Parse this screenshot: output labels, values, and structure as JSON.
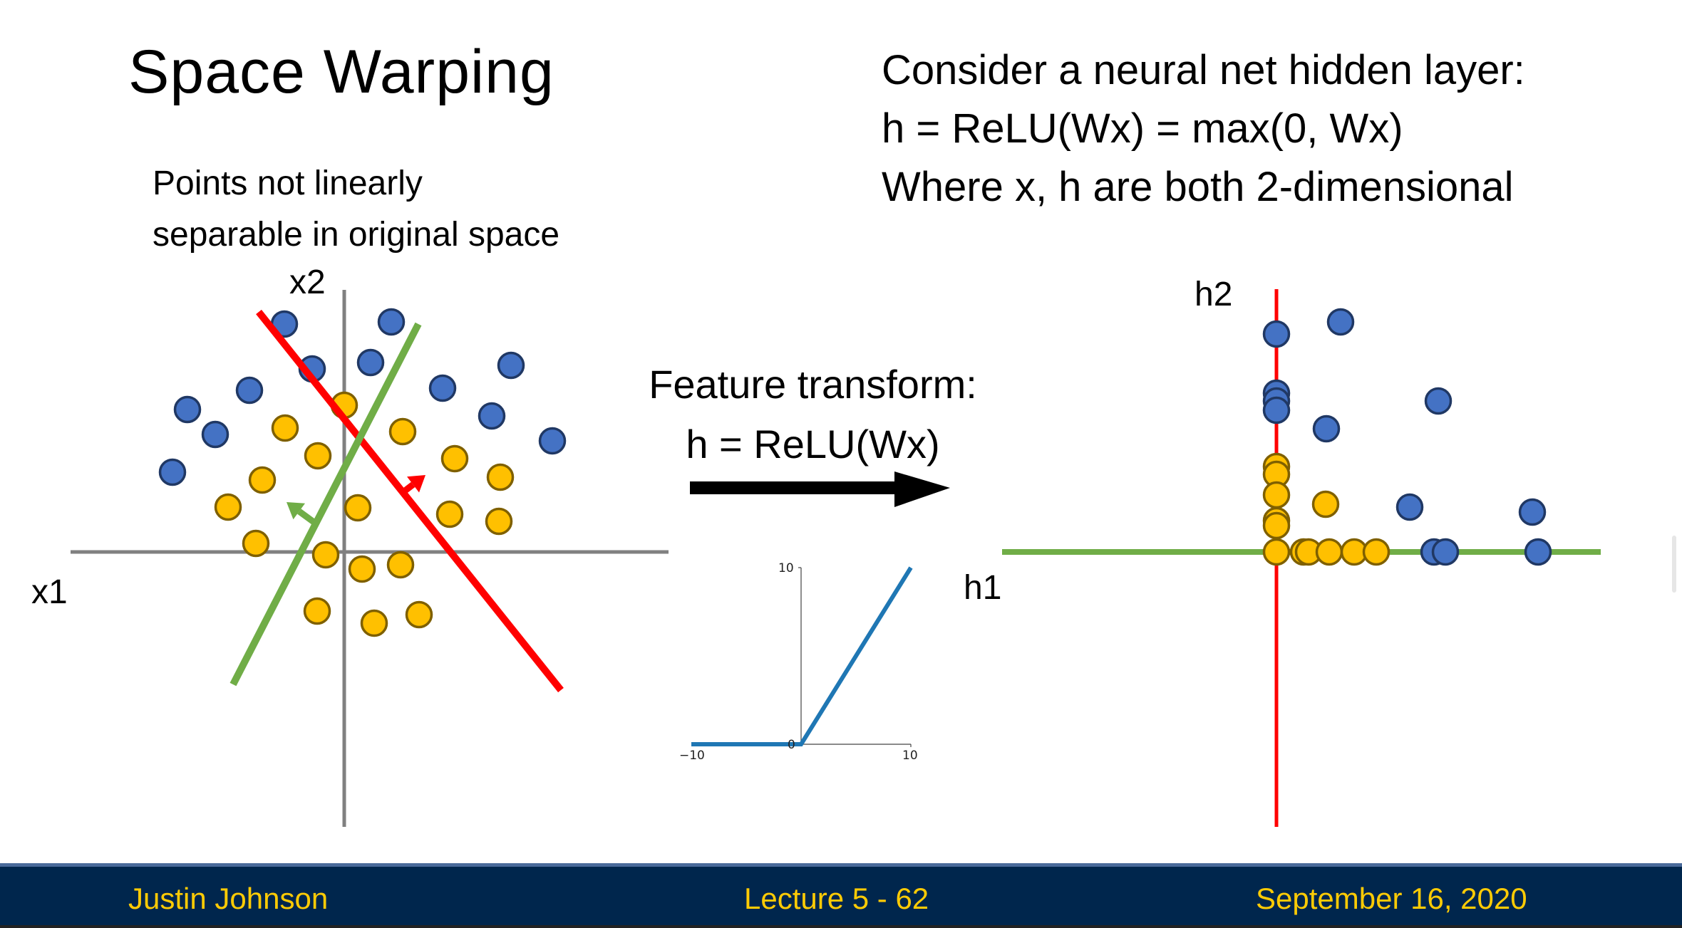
{
  "slide": {
    "title": "Space Warping",
    "subtitle_lines": [
      "Points not linearly",
      "separable in original space"
    ],
    "description_lines": [
      "Consider a neural net hidden layer:",
      "h = ReLU(Wx) = max(0, Wx)",
      "Where x, h are both 2-dimensional"
    ],
    "transform_lines": [
      "Feature transform:",
      "h = ReLU(Wx)"
    ],
    "arrow_icon": "right-arrow-icon"
  },
  "footer": {
    "author": "Justin Johnson",
    "lecture": "Lecture 5 - 62",
    "date": "September 16, 2020",
    "bg_color": "#00264d",
    "text_color": "#ffcb05"
  },
  "colors": {
    "blue_fill": "#4472c4",
    "blue_stroke": "#203864",
    "yellow_fill": "#ffc000",
    "yellow_stroke": "#7f6000",
    "red": "#ff0000",
    "green": "#70ad47",
    "axis_gray": "#808080",
    "relu_blue": "#1f77b4"
  },
  "chart_data": [
    {
      "type": "scatter",
      "name": "original-space",
      "xlabel": "x1",
      "ylabel": "x2",
      "xlim": [
        -38.4,
        45.5
      ],
      "ylim": [
        -38.6,
        36.8
      ],
      "series": [
        {
          "name": "blue-class",
          "color": "#4472c4",
          "points": [
            [
              -8.4,
              32.0
            ],
            [
              6.6,
              32.3
            ],
            [
              -4.5,
              25.7
            ],
            [
              3.7,
              26.6
            ],
            [
              -13.3,
              22.7
            ],
            [
              -22.0,
              20.0
            ],
            [
              -18.1,
              16.5
            ],
            [
              -24.1,
              11.2
            ],
            [
              13.8,
              23.0
            ],
            [
              23.4,
              26.2
            ],
            [
              20.7,
              19.1
            ],
            [
              29.2,
              15.6
            ]
          ]
        },
        {
          "name": "yellow-class",
          "color": "#ffc000",
          "points": [
            [
              0,
              20.6
            ],
            [
              -8.3,
              17.4
            ],
            [
              8.2,
              16.9
            ],
            [
              -3.7,
              13.5
            ],
            [
              15.5,
              13.1
            ],
            [
              -11.5,
              10.1
            ],
            [
              21.9,
              10.5
            ],
            [
              -16.3,
              6.3
            ],
            [
              1.9,
              6.2
            ],
            [
              14.8,
              5.3
            ],
            [
              21.7,
              4.3
            ],
            [
              -12.4,
              1.2
            ],
            [
              -2.6,
              -0.4
            ],
            [
              2.5,
              -2.4
            ],
            [
              7.9,
              -1.8
            ],
            [
              -3.8,
              -8.3
            ],
            [
              4.2,
              -10.0
            ],
            [
              10.5,
              -8.8
            ]
          ]
        }
      ],
      "lines": [
        {
          "name": "red-boundary",
          "color": "#ff0000",
          "from": [
            -12.0,
            33.7
          ],
          "to": [
            30.4,
            -19.4
          ],
          "normal_from": [
            8.0,
            8.2
          ],
          "normal_to": [
            11.4,
            10.8
          ]
        },
        {
          "name": "green-boundary",
          "color": "#70ad47",
          "from": [
            10.4,
            32.0
          ],
          "to": [
            -15.6,
            -18.6
          ],
          "normal_from": [
            -4.0,
            4.0
          ],
          "normal_to": [
            -8.1,
            7.0
          ]
        }
      ]
    },
    {
      "type": "line",
      "name": "relu-function",
      "x": [
        -10,
        0,
        10
      ],
      "y": [
        0,
        0,
        10
      ],
      "xlim": [
        -10,
        10
      ],
      "ylim": [
        0,
        10
      ],
      "xticks": [
        "−10",
        "10"
      ],
      "yticks": [
        "0",
        "10"
      ]
    },
    {
      "type": "scatter",
      "name": "feature-space",
      "xlabel": "h1",
      "ylabel": "h2",
      "xlim": [
        -38.5,
        45.5
      ],
      "ylim": [
        -38.6,
        36.9
      ],
      "series": [
        {
          "name": "blue-class",
          "color": "#4472c4",
          "points": [
            [
              0,
              30.6
            ],
            [
              9.0,
              32.3
            ],
            [
              0,
              22.3
            ],
            [
              0,
              21.2
            ],
            [
              0,
              19.9
            ],
            [
              7.0,
              17.3
            ],
            [
              22.7,
              21.2
            ],
            [
              18.7,
              6.3
            ],
            [
              35.9,
              5.6
            ],
            [
              22.1,
              0
            ],
            [
              23.7,
              0
            ],
            [
              36.7,
              0
            ]
          ]
        },
        {
          "name": "yellow-class",
          "color": "#ffc000",
          "points": [
            [
              0,
              12.0
            ],
            [
              0,
              10.9
            ],
            [
              0,
              8.0
            ],
            [
              0,
              4.4
            ],
            [
              0,
              3.7
            ],
            [
              0,
              0
            ],
            [
              6.9,
              6.7
            ],
            [
              3.8,
              0
            ],
            [
              4.5,
              0
            ],
            [
              7.4,
              0
            ],
            [
              10.9,
              0
            ],
            [
              14.0,
              0
            ]
          ]
        }
      ],
      "axis_colors": {
        "h1": "#70ad47",
        "h2": "#ff0000"
      }
    }
  ]
}
